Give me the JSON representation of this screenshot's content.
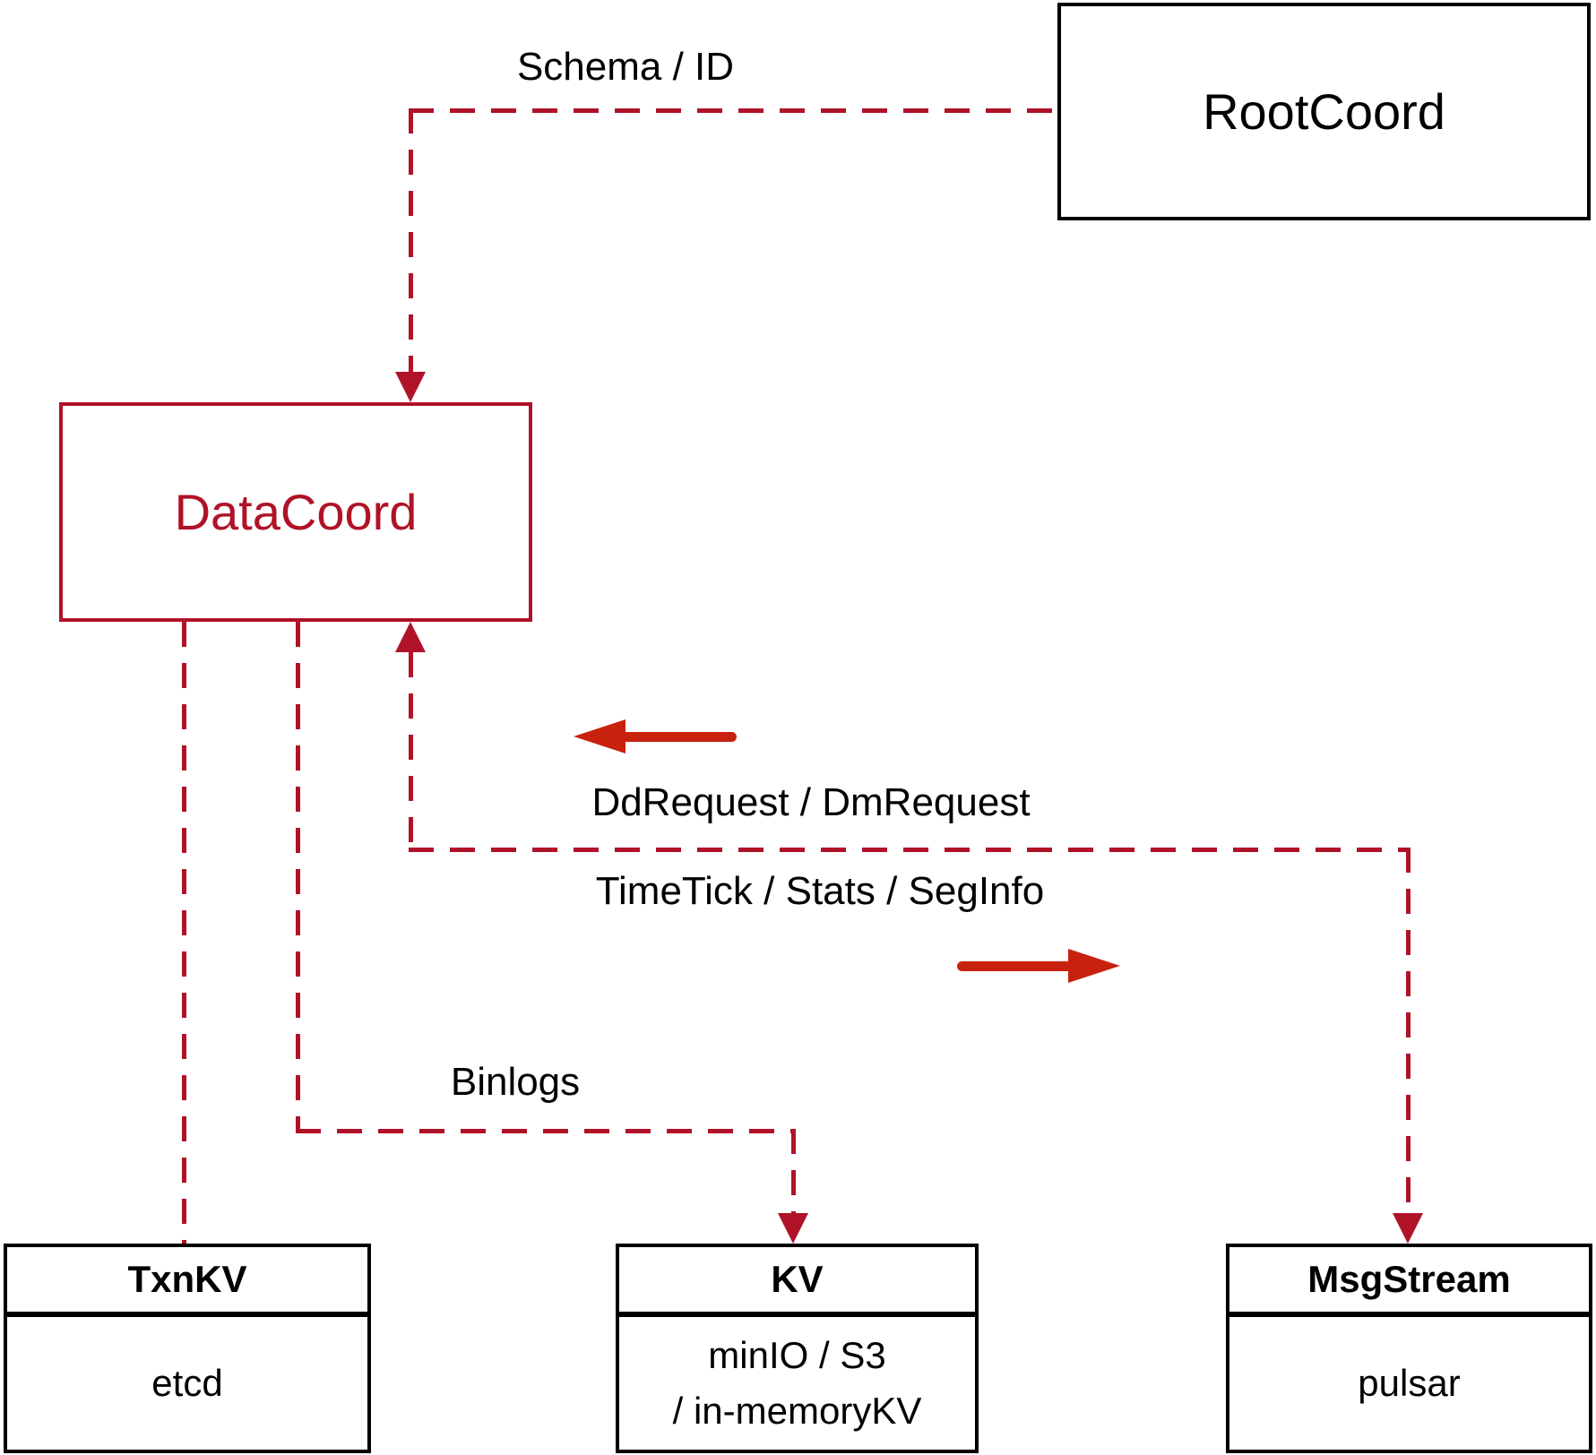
{
  "colors": {
    "dashed_connector_crimson": "#b01228",
    "datacoord_red": "#b01228",
    "solid_arrow_red": "#c8220e",
    "node_border_black": "#000000",
    "background": "#ffffff"
  },
  "nodes": {
    "rootcoord": {
      "label": "RootCoord"
    },
    "datacoord": {
      "label": "DataCoord"
    },
    "txnkv": {
      "title": "TxnKV",
      "body": "etcd"
    },
    "kv": {
      "title": "KV",
      "body_line1": "minIO / S3",
      "body_line2": "/ in-memoryKV"
    },
    "msgstream": {
      "title": "MsgStream",
      "body": "pulsar"
    }
  },
  "edge_labels": {
    "schema_id": "Schema / ID",
    "dd_dm_request": "DdRequest / DmRequest",
    "timetick_stats_seginfo": "TimeTick / Stats / SegInfo",
    "binlogs": "Binlogs"
  }
}
